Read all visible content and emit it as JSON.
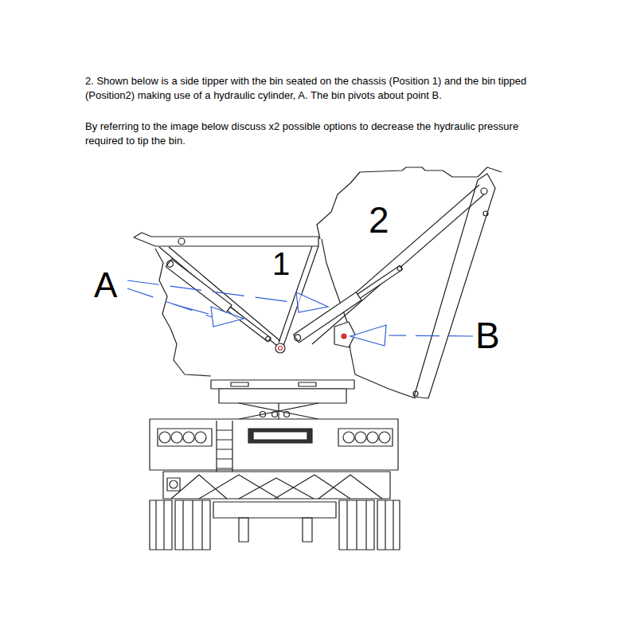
{
  "diagram": {
    "labels": [
      "2. Shown below is a side tipper with the bin seated on the chassis (Position 1) and the bin tipped (Position2) making use of a hydraulic cylinder, A. The bin pivots about point B.",
      "By referring to the image below discuss x2 possible options to decrease the hydraulic pressure required to tip the bin.",
      "1",
      "2",
      "A",
      "B"
    ]
  }
}
